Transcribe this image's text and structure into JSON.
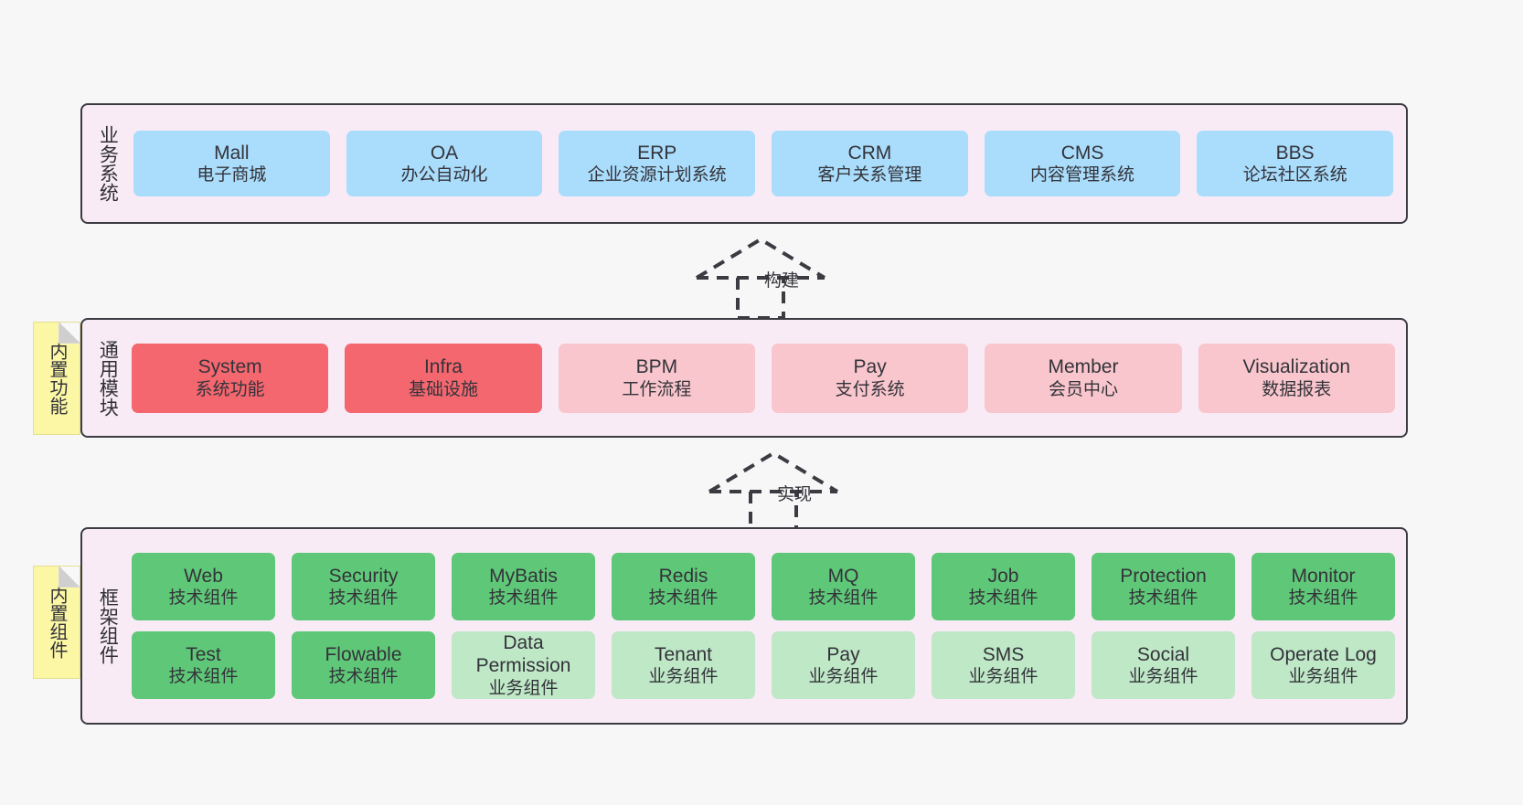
{
  "layers": [
    {
      "id": "business",
      "title": "业务系统",
      "rows": [
        {
          "cards": [
            {
              "en": "Mall",
              "cn": "电子商城",
              "color": "#aadcfb"
            },
            {
              "en": "OA",
              "cn": "办公自动化",
              "color": "#aadcfb"
            },
            {
              "en": "ERP",
              "cn": "企业资源计划系统",
              "color": "#aadcfb"
            },
            {
              "en": "CRM",
              "cn": "客户关系管理",
              "color": "#aadcfb"
            },
            {
              "en": "CMS",
              "cn": "内容管理系统",
              "color": "#aadcfb"
            },
            {
              "en": "BBS",
              "cn": "论坛社区系统",
              "color": "#aadcfb"
            }
          ]
        }
      ]
    },
    {
      "id": "common",
      "title": "通用模块",
      "rows": [
        {
          "cards": [
            {
              "en": "System",
              "cn": "系统功能",
              "color": "#f4676f"
            },
            {
              "en": "Infra",
              "cn": "基础设施",
              "color": "#f4676f"
            },
            {
              "en": "BPM",
              "cn": "工作流程",
              "color": "#fac6cd"
            },
            {
              "en": "Pay",
              "cn": "支付系统",
              "color": "#fac6cd"
            },
            {
              "en": "Member",
              "cn": "会员中心",
              "color": "#fac6cd"
            },
            {
              "en": "Visualization",
              "cn": "数据报表",
              "color": "#fac6cd"
            }
          ]
        }
      ]
    },
    {
      "id": "framework",
      "title": "框架组件",
      "rows": [
        {
          "cards": [
            {
              "en": "Web",
              "cn": "技术组件",
              "color": "#5fc878"
            },
            {
              "en": "Security",
              "cn": "技术组件",
              "color": "#5fc878"
            },
            {
              "en": "MyBatis",
              "cn": "技术组件",
              "color": "#5fc878"
            },
            {
              "en": "Redis",
              "cn": "技术组件",
              "color": "#5fc878"
            },
            {
              "en": "MQ",
              "cn": "技术组件",
              "color": "#5fc878"
            },
            {
              "en": "Job",
              "cn": "技术组件",
              "color": "#5fc878"
            },
            {
              "en": "Protection",
              "cn": "技术组件",
              "color": "#5fc878"
            },
            {
              "en": "Monitor",
              "cn": "技术组件",
              "color": "#5fc878"
            }
          ]
        },
        {
          "cards": [
            {
              "en": "Test",
              "cn": "技术组件",
              "color": "#5fc878"
            },
            {
              "en": "Flowable",
              "cn": "技术组件",
              "color": "#5fc878"
            },
            {
              "en": "Data Permission",
              "cn": "业务组件",
              "color": "#bfe8c7",
              "wrap": true
            },
            {
              "en": "Tenant",
              "cn": "业务组件",
              "color": "#bfe8c7"
            },
            {
              "en": "Pay",
              "cn": "业务组件",
              "color": "#bfe8c7"
            },
            {
              "en": "SMS",
              "cn": "业务组件",
              "color": "#bfe8c7"
            },
            {
              "en": "Social",
              "cn": "业务组件",
              "color": "#bfe8c7"
            },
            {
              "en": "Operate Log",
              "cn": "业务组件",
              "color": "#bfe8c7"
            }
          ]
        }
      ]
    }
  ],
  "stickies": [
    {
      "id": "common",
      "text": "内置功能"
    },
    {
      "id": "framework",
      "text": "内置组件"
    }
  ],
  "connectors": [
    {
      "id": "build",
      "label": "构建"
    },
    {
      "id": "impl",
      "label": "实现"
    }
  ],
  "colors": {
    "canvas_background": "#f7f7f7",
    "layer_background": "#f8ebf5",
    "layer_border": "#3b3b42",
    "business_card": "#aadcfb",
    "common_card_highlight": "#f4676f",
    "common_card": "#fac6cd",
    "framework_tech_card": "#5fc878",
    "framework_biz_card": "#bfe8c7",
    "sticky_note": "#fbf7a5",
    "connector_stroke": "#3b3b42",
    "text": "#33333a"
  }
}
